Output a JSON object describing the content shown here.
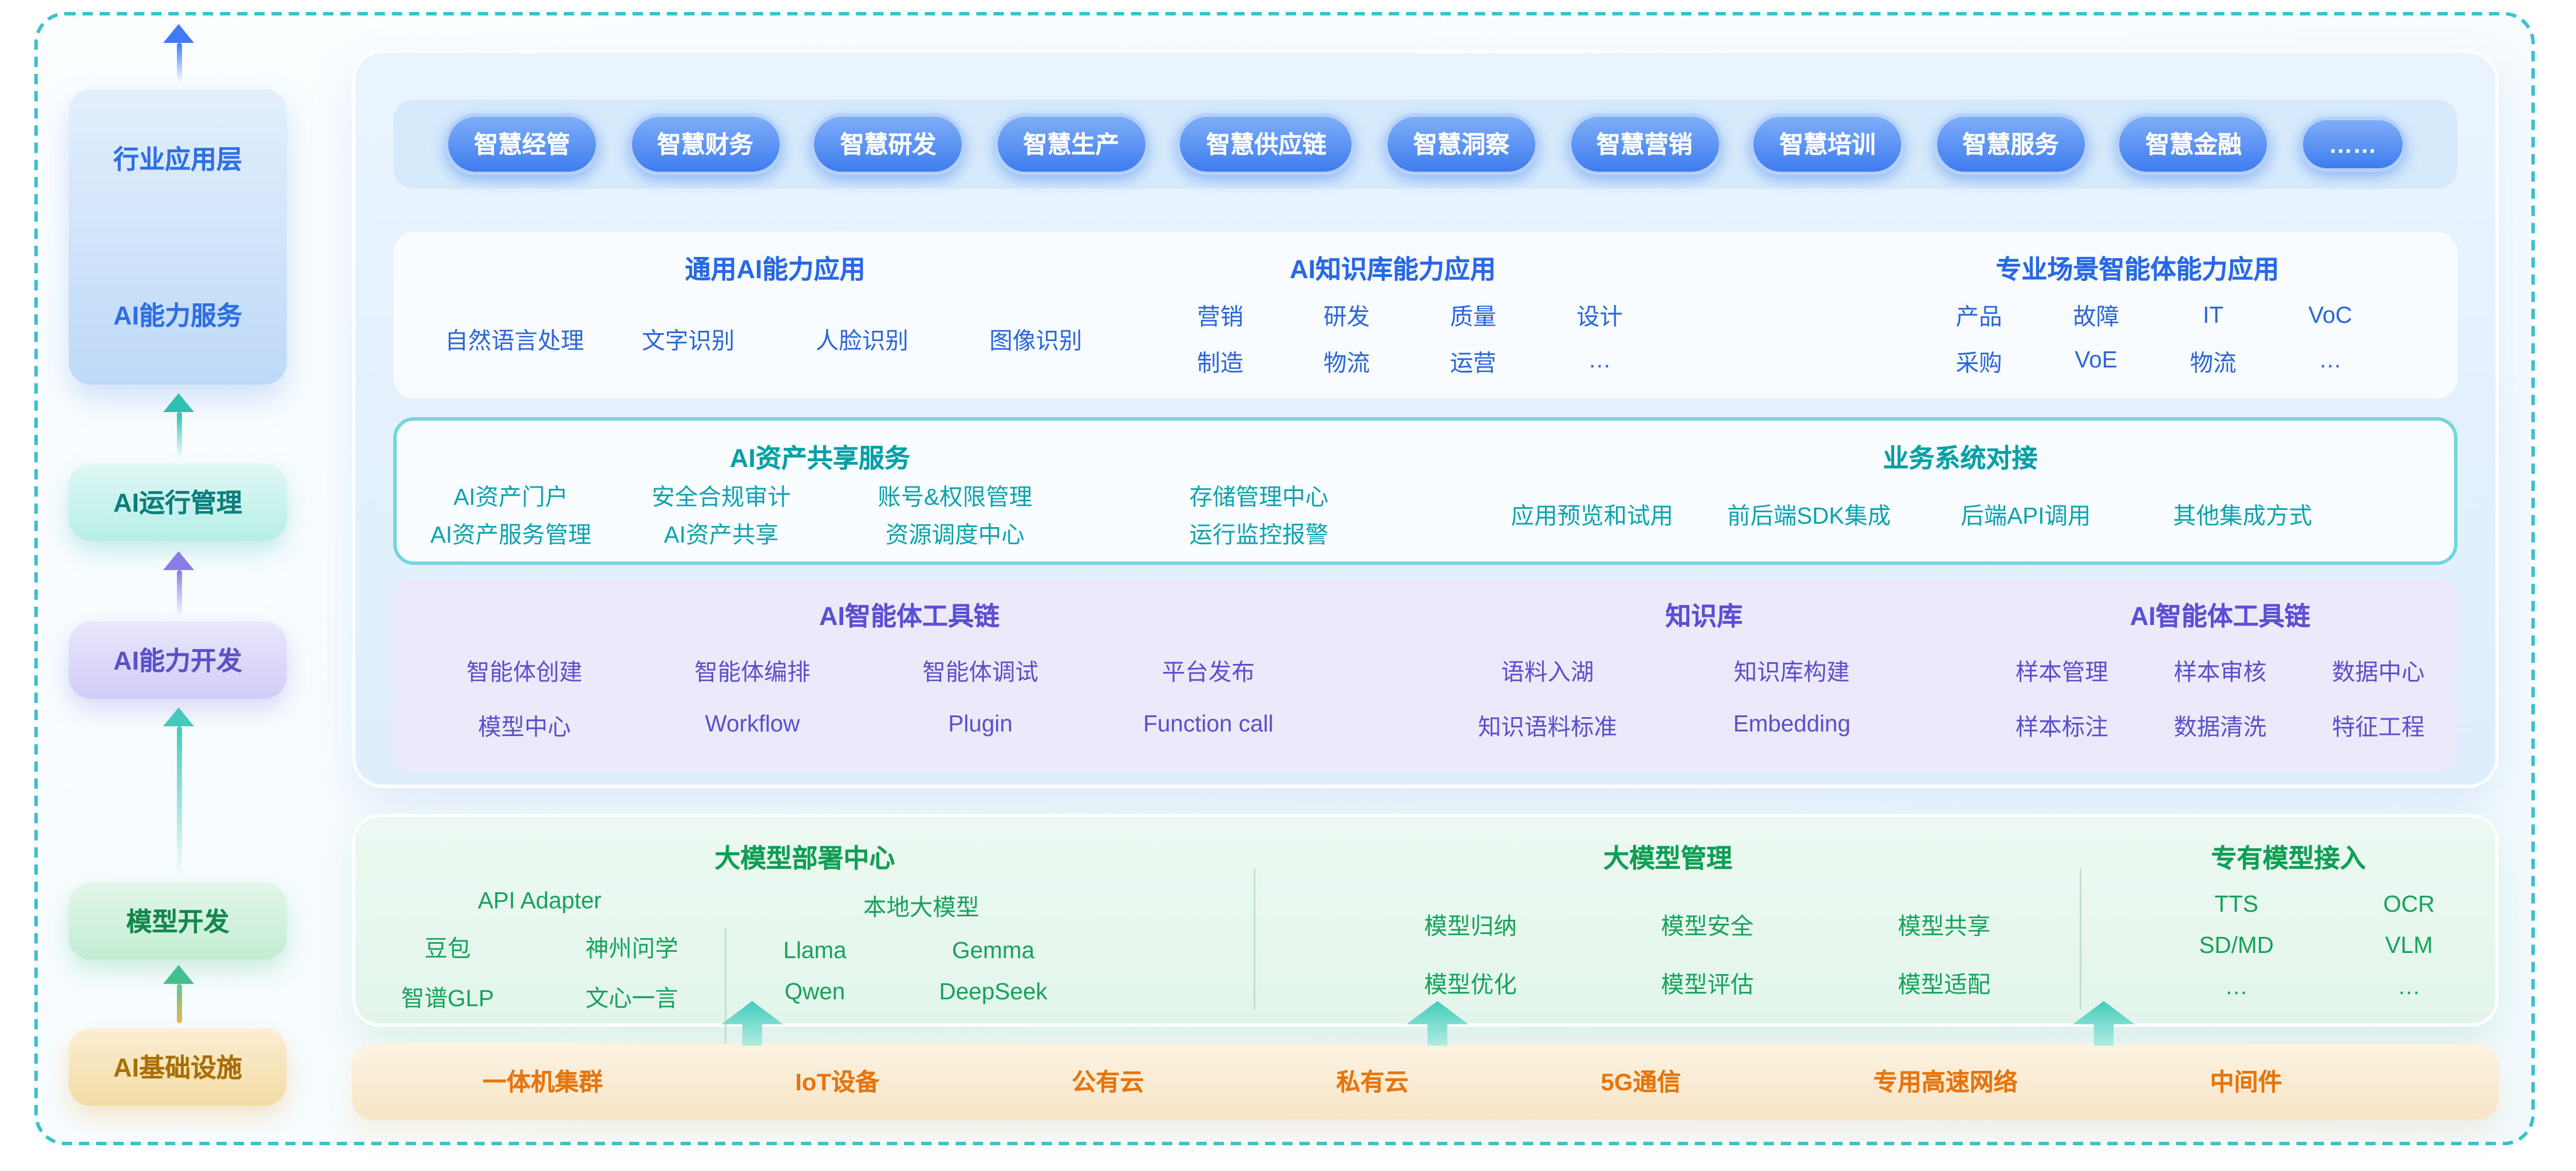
{
  "colors": {
    "blue": "#2F6FE4",
    "teal": "#00A0A6",
    "purple": "#5B4FD6",
    "green": "#0E9F54",
    "orange": "#E5750C",
    "frame_teal": "#38C3CC"
  },
  "sidebar": {
    "layer1_top": "行业应用层",
    "layer1_bottom": "AI能力服务",
    "layer2": "AI运行管理",
    "layer3": "AI能力开发",
    "layer4": "模型开发",
    "layer5": "AI基础设施"
  },
  "pills": [
    "智慧经管",
    "智慧财务",
    "智慧研发",
    "智慧生产",
    "智慧供应链",
    "智慧洞察",
    "智慧营销",
    "智慧培训",
    "智慧服务",
    "智慧金融",
    "……"
  ],
  "capabilities": {
    "general": {
      "title": "通用AI能力应用",
      "items": [
        "自然语言处理",
        "文字识别",
        "人脸识别",
        "图像识别"
      ]
    },
    "knowledge": {
      "title": "AI知识库能力应用",
      "row1": [
        "营销",
        "研发",
        "质量",
        "设计"
      ],
      "row2": [
        "制造",
        "物流",
        "运营",
        "…"
      ]
    },
    "scenario": {
      "title": "专业场景智能体能力应用",
      "row1": [
        "产品",
        "故障",
        "IT",
        "VoC"
      ],
      "row2": [
        "采购",
        "VoE",
        "物流",
        "…"
      ]
    }
  },
  "assets": {
    "sharing": {
      "title": "AI资产共享服务",
      "row1": [
        "AI资产门户",
        "安全合规审计",
        "账号&权限管理",
        "存储管理中心"
      ],
      "row2": [
        "AI资产服务管理",
        "AI资产共享",
        "资源调度中心",
        "运行监控报警"
      ]
    },
    "integration": {
      "title": "业务系统对接",
      "items": [
        "应用预览和试用",
        "前后端SDK集成",
        "后端API调用",
        "其他集成方式"
      ]
    }
  },
  "toolchain": {
    "agent_tools": {
      "title": "AI智能体工具链",
      "row1": [
        "智能体创建",
        "智能体编排",
        "智能体调试",
        "平台发布"
      ],
      "row2": [
        "模型中心",
        "Workflow",
        "Plugin",
        "Function call"
      ]
    },
    "knowledge_base": {
      "title": "知识库",
      "row1": [
        "语料入湖",
        "知识库构建"
      ],
      "row2": [
        "知识语料标准",
        "Embedding"
      ]
    },
    "data_tools": {
      "title": "AI智能体工具链",
      "row1": [
        "样本管理",
        "样本审核",
        "数据中心"
      ],
      "row2": [
        "样本标注",
        "数据清洗",
        "特征工程"
      ]
    }
  },
  "models": {
    "deploy": {
      "title": "大模型部署中心",
      "api": {
        "title": "API Adapter",
        "row1": [
          "豆包",
          "神州问学"
        ],
        "row2": [
          "智谱GLP",
          "文心一言"
        ]
      },
      "local": {
        "title": "本地大模型",
        "row1": [
          "Llama",
          "Gemma"
        ],
        "row2": [
          "Qwen",
          "DeepSeek"
        ]
      }
    },
    "manage": {
      "title": "大模型管理",
      "row1": [
        "模型归纳",
        "模型安全",
        "模型共享"
      ],
      "row2": [
        "模型优化",
        "模型评估",
        "模型适配"
      ]
    },
    "proprietary": {
      "title": "专有模型接入",
      "row1": [
        "TTS",
        "OCR"
      ],
      "row2": [
        "SD/MD",
        "VLM"
      ],
      "row3": [
        "…",
        "…"
      ]
    }
  },
  "infrastructure": [
    "一体机集群",
    "IoT设备",
    "公有云",
    "私有云",
    "5G通信",
    "专用高速网络",
    "中间件"
  ]
}
